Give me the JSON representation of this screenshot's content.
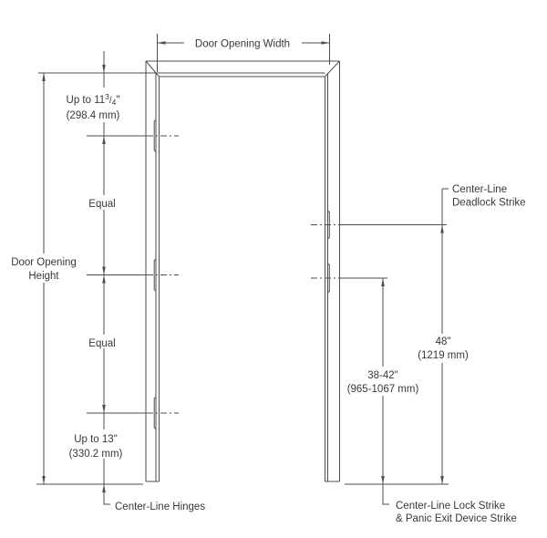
{
  "colors": {
    "background": "#ffffff",
    "line": "#4d4d4d",
    "text": "#383838"
  },
  "dimensions": {
    "door_opening_width": {
      "label": "Door Opening Width"
    },
    "door_opening_height": {
      "label_line1": "Door Opening",
      "label_line2": "Height"
    },
    "head_to_top_hinge": {
      "value_prefix": "Up to 11",
      "fraction_numerator": "3",
      "fraction_slash": "/",
      "fraction_denominator": "4",
      "inch_mark": "\"",
      "metric": "(298.4 mm)"
    },
    "upper_hinge_spacing": {
      "label": "Equal"
    },
    "lower_hinge_spacing": {
      "label": "Equal"
    },
    "bottom_hinge_to_floor": {
      "value": "Up to 13\"",
      "metric": "(330.2 mm)"
    },
    "deadlock_strike_height": {
      "value": "48\"",
      "metric": "(1219 mm)"
    },
    "lock_strike_height": {
      "value": "38-42\"",
      "metric": "(965-1067 mm)"
    }
  },
  "callouts": {
    "hinges": {
      "label": "Center-Line Hinges"
    },
    "deadlock_strike": {
      "line1": "Center-Line",
      "line2": "Deadlock Strike"
    },
    "lock_strike": {
      "line1": "Center-Line Lock Strike",
      "line2": "& Panic Exit Device Strike"
    }
  }
}
